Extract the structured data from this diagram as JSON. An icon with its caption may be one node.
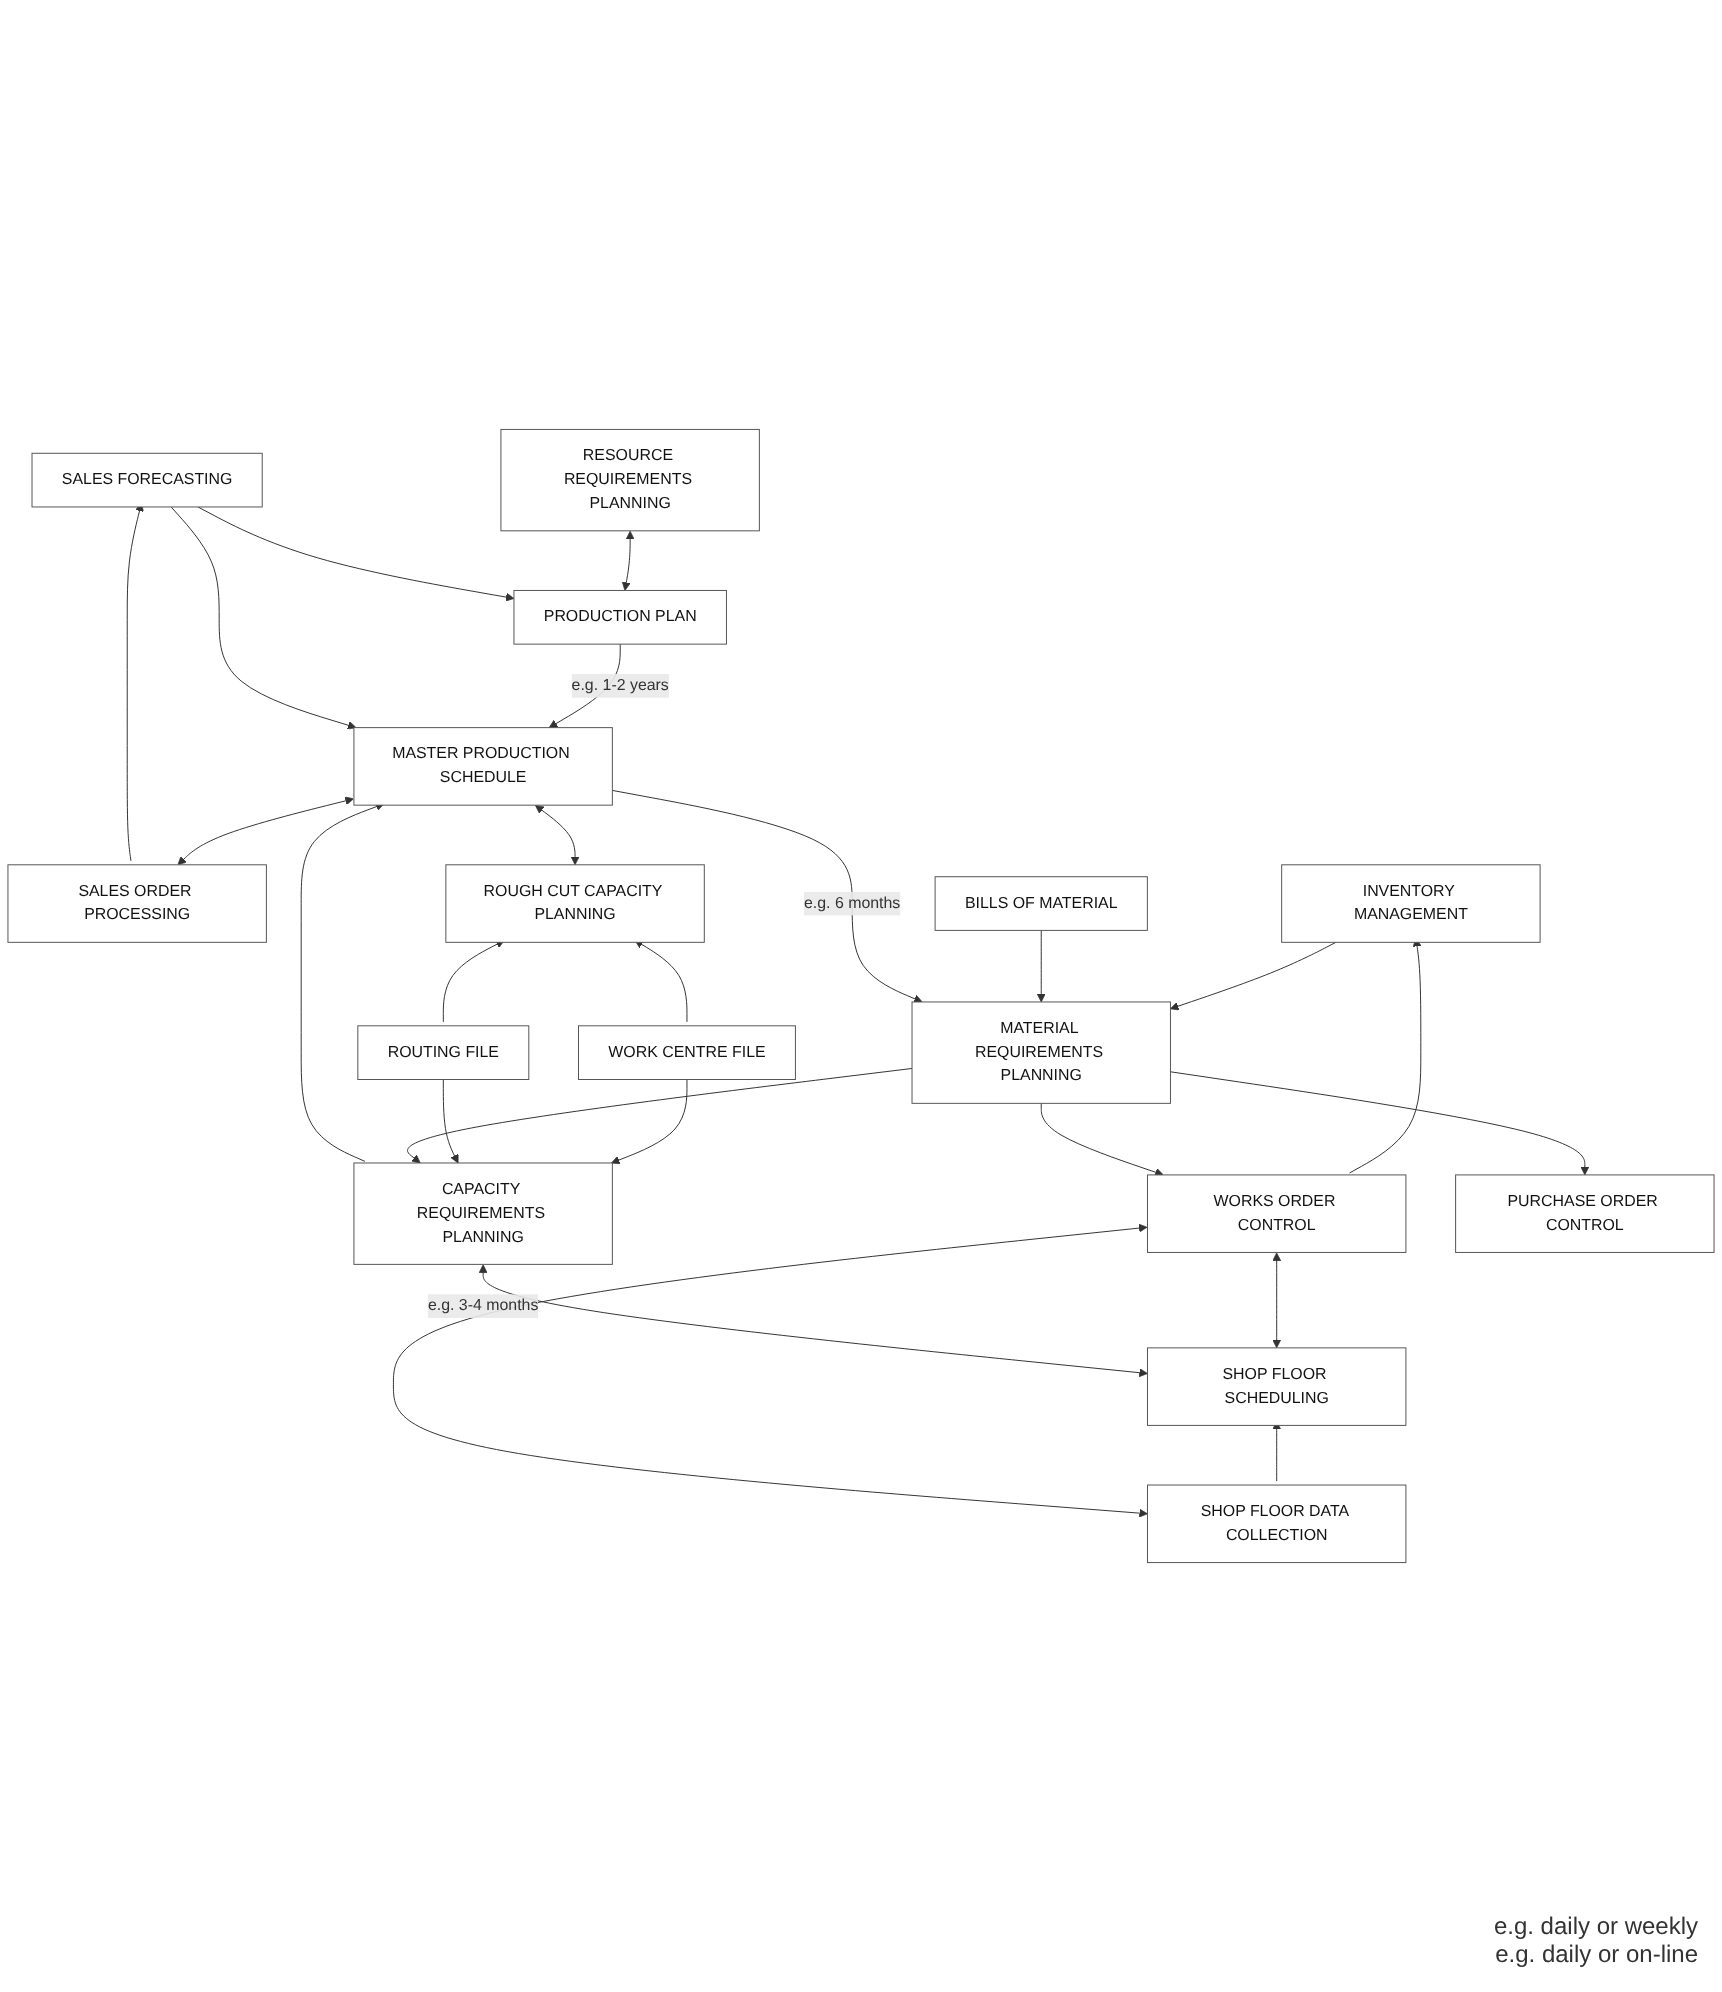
{
  "diagram": {
    "nodes": [
      {
        "text": [
          "SALES FORECASTING"
        ]
      },
      {
        "text": [
          "PRODUCTION PLAN"
        ]
      },
      {
        "text": [
          "RESOURCE REQUIREMENTS PLANNING"
        ]
      },
      {
        "text": [
          "SALES ORDER PROCESSING"
        ]
      },
      {
        "text": [
          "MASTER PRODUCTION SCHEDULE"
        ]
      },
      {
        "text": [
          "ROUGH CUT CAPACITY PLANNING"
        ]
      },
      {
        "text": [
          "BILLS OF MATERIAL"
        ]
      },
      {
        "text": [
          "MATERIAL REQUIREMENTS PLANNING"
        ]
      },
      {
        "text": [
          "ROUTING FILE"
        ]
      },
      {
        "text": [
          "INVENTORY MANAGEMENT"
        ]
      },
      {
        "text": [
          "WORK CENTRE FILE"
        ]
      },
      {
        "text": [
          "CAPACITY REQUIREMENTS PLANNING"
        ]
      },
      {
        "text": [
          "WORKS ORDER CONTROL"
        ]
      },
      {
        "text": [
          "PURCHASE ORDER CONTROL"
        ]
      },
      {
        "text": [
          "SHOP FLOOR SCHEDULING"
        ]
      },
      {
        "text": [
          "SHOP FLOOR DATA COLLECTION"
        ]
      }
    ],
    "labels": [
      "e.g. daily or weekly",
      "e.g. daily or on-line"
    ],
    "edges": [
      {
        "from": 0,
        "to": 1,
        "arrow": "to"
      },
      {
        "from": 1,
        "to": 2,
        "arrow": "both"
      },
      {
        "from": 3,
        "to": 0,
        "arrow": "to"
      },
      {
        "from": 0,
        "to": 4,
        "arrow": "to"
      },
      {
        "from": 1,
        "to": 4,
        "arrow": "to",
        "label": "e.g. 1-2 years"
      },
      {
        "from": 11,
        "to": 4,
        "arrow": "to"
      },
      {
        "from": 4,
        "to": 5,
        "arrow": "both"
      },
      {
        "from": 4,
        "to": 3,
        "arrow": "both"
      },
      {
        "from": 10,
        "to": 5,
        "arrow": "to"
      },
      {
        "from": 8,
        "to": 5,
        "arrow": "to"
      },
      {
        "from": 4,
        "to": 7,
        "arrow": "to",
        "label": "e.g. 6 months"
      },
      {
        "from": 6,
        "to": 7,
        "arrow": "to"
      },
      {
        "from": 9,
        "to": 7,
        "arrow": "to"
      },
      {
        "from": 7,
        "to": 11,
        "arrow": "to"
      },
      {
        "from": 8,
        "to": 11,
        "arrow": "to"
      },
      {
        "from": 10,
        "to": 11,
        "arrow": "to"
      },
      {
        "from": 7,
        "to": 13,
        "arrow": "to"
      },
      {
        "from": 7,
        "to": 12,
        "arrow": "to"
      },
      {
        "from": 12,
        "to": 9,
        "arrow": "to"
      },
      {
        "from": 11,
        "to": 14,
        "arrow": "both",
        "label": "e.g. 3-4 months"
      },
      {
        "from": 12,
        "to": 14,
        "arrow": "both"
      },
      {
        "from": 12,
        "to": 15,
        "arrow": "both"
      },
      {
        "from": 15,
        "to": 14,
        "arrow": "to"
      }
    ]
  }
}
